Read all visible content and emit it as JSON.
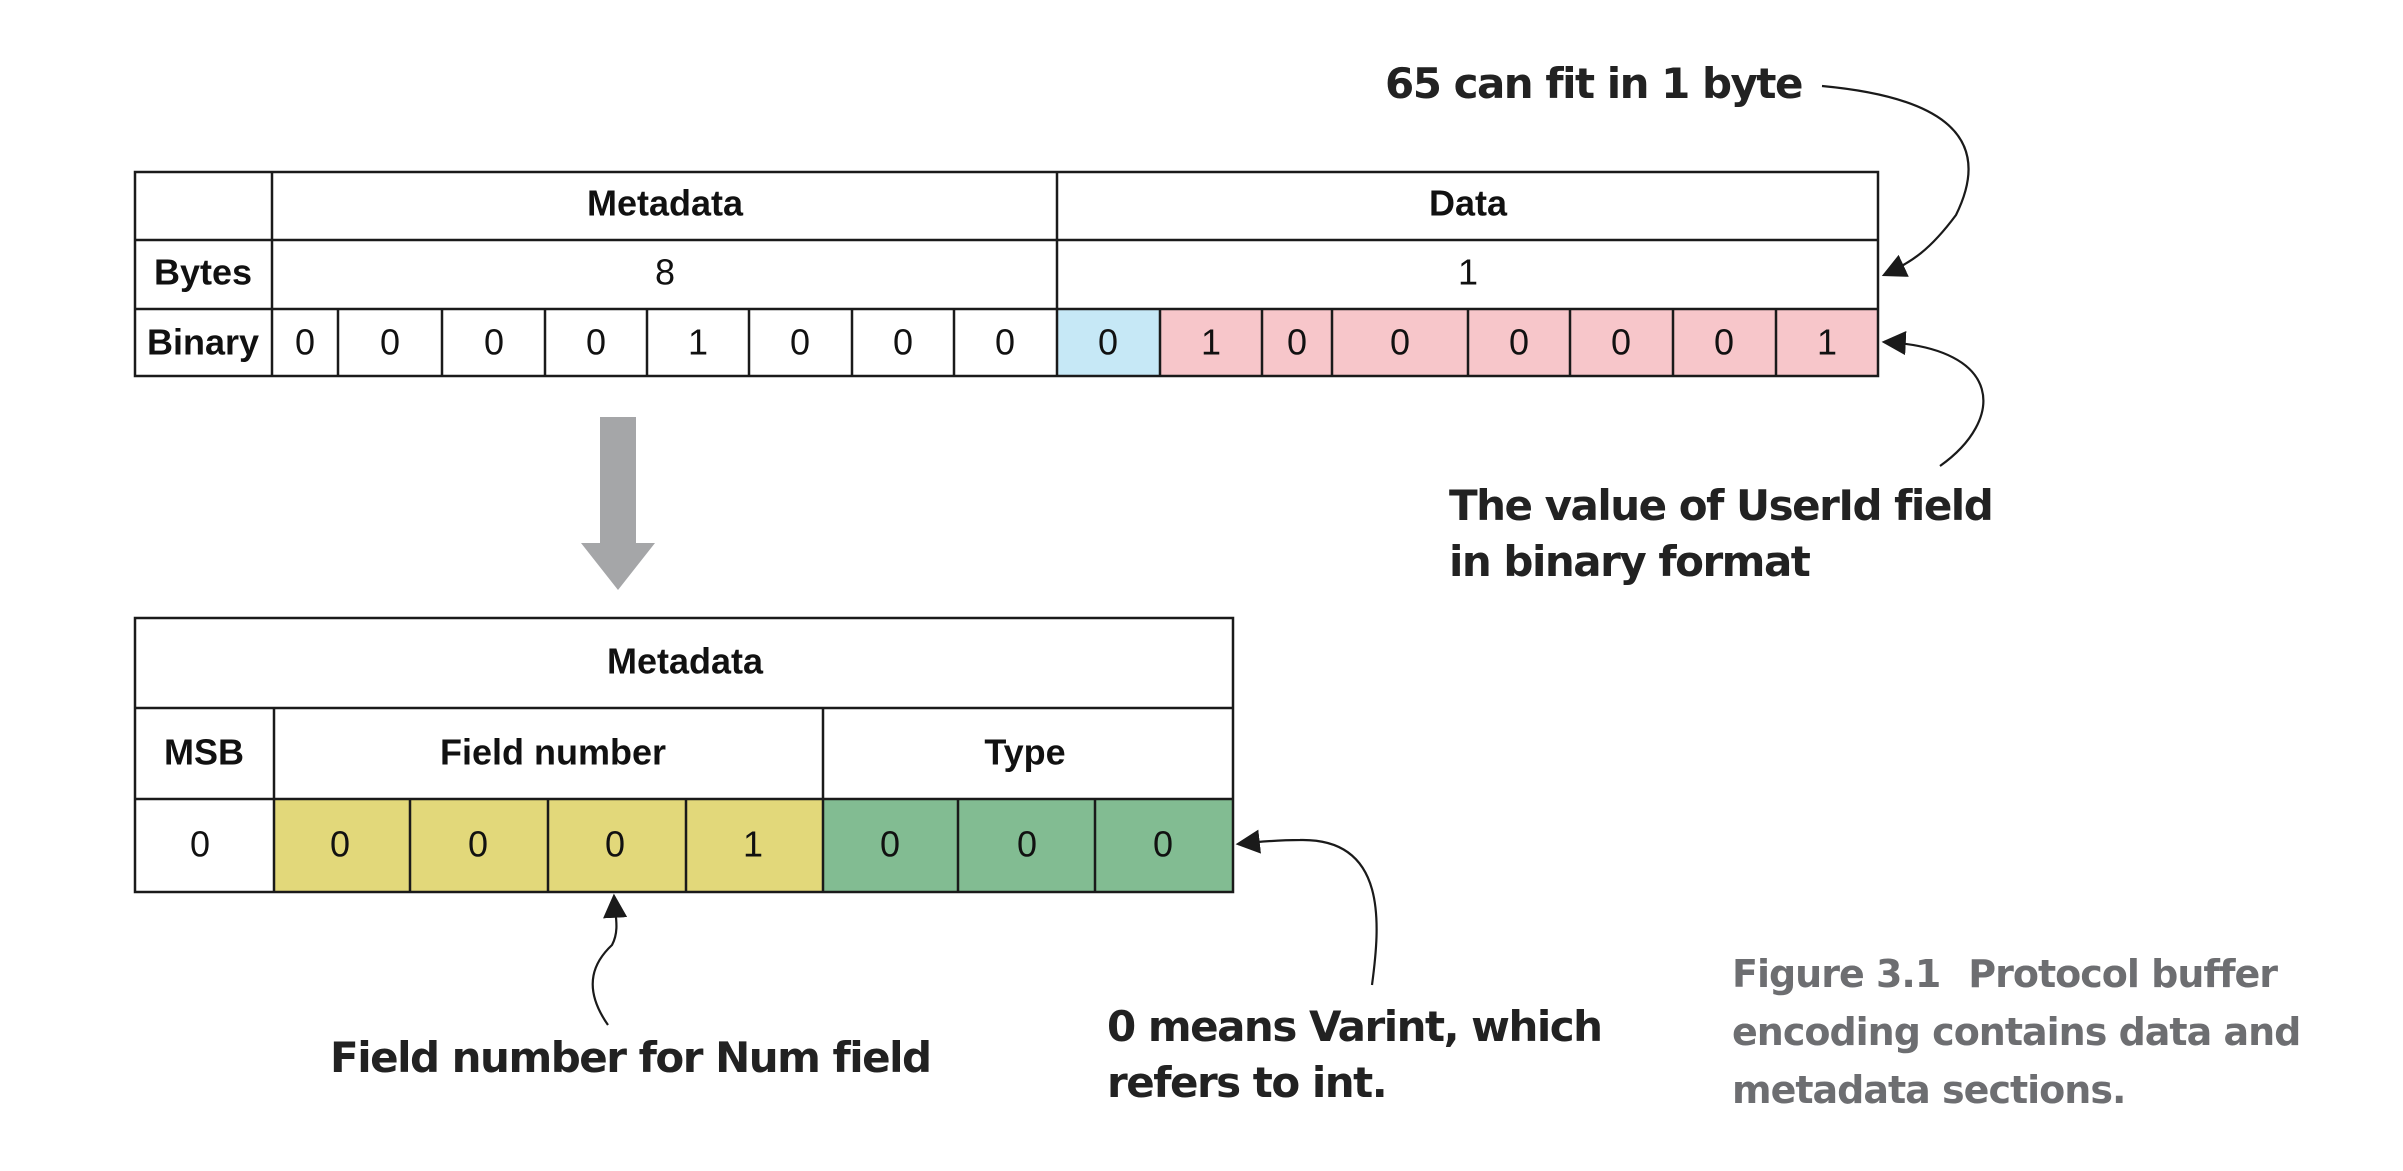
{
  "colors": {
    "border": "#1a1a1a",
    "msb_data_cell": "#c6e8f6",
    "data_value_cell": "#f7c6ca",
    "field_number_cell": "#e2d87a",
    "type_cell": "#82bc92",
    "arrow_block": "#a5a6a8",
    "caption_text": "#6d6e71"
  },
  "top_table": {
    "header": {
      "metadata": "Metadata",
      "data": "Data"
    },
    "bytes_row": {
      "label": "Bytes",
      "metadata_bytes": "8",
      "data_bytes": "1"
    },
    "binary_row": {
      "label": "Binary",
      "metadata_bits": [
        "0",
        "0",
        "0",
        "0",
        "1",
        "0",
        "0",
        "0"
      ],
      "data_bits": [
        "0",
        "1",
        "0",
        "0",
        "0",
        "0",
        "0",
        "1"
      ]
    }
  },
  "bottom_table": {
    "title": "Metadata",
    "headers": {
      "msb": "MSB",
      "field_number": "Field number",
      "type": "Type"
    },
    "bits": {
      "msb": "0",
      "field_number": [
        "0",
        "0",
        "0",
        "1"
      ],
      "type": [
        "0",
        "0",
        "0"
      ]
    }
  },
  "annotations": {
    "byte_fit": "65 can fit in 1 byte",
    "userid_value": [
      "The value of UserId field",
      "in binary format"
    ],
    "field_number": "Field number for Num field",
    "varint": [
      "0 means Varint, which",
      "refers to int."
    ]
  },
  "caption": {
    "label": "Figure 3.1",
    "lines": [
      "Protocol buffer",
      "encoding contains data and",
      "metadata sections."
    ]
  }
}
